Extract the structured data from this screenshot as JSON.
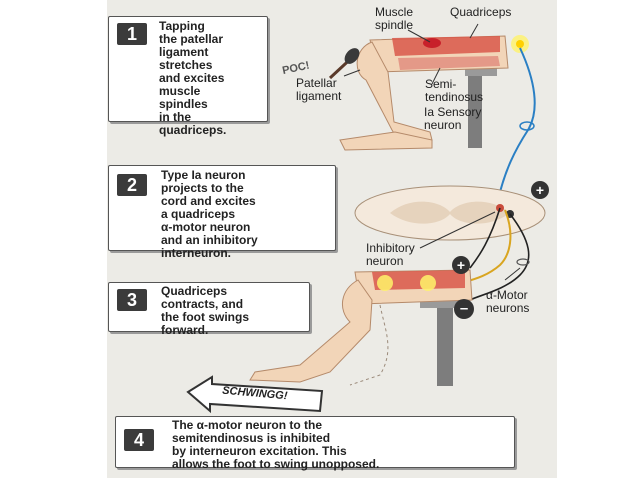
{
  "steps": [
    {
      "number": "1",
      "text": "Tapping\nthe patellar\nligament\nstretches\nand excites\nmuscle\nspindles\nin the\nquadriceps."
    },
    {
      "number": "2",
      "text": "Type Ia neuron\nprojects to the\ncord and excites\na quadriceps\nα-motor neuron\nand an inhibitory\ninterneuron."
    },
    {
      "number": "3",
      "text": "Quadriceps\ncontracts, and\nthe foot swings\nforward."
    },
    {
      "number": "4",
      "text": "The α-motor neuron to the\nsemitendinosus is inhibited\nby interneuron excitation. This\nallows the foot to swing unopposed."
    }
  ],
  "labels": {
    "muscle_spindle": "Muscle\nspindle",
    "quadriceps": "Quadriceps",
    "poc": "POC!",
    "patellar_ligament": "Patellar\nligament",
    "semitendinosus": "Semi-\ntendinosus",
    "sensory_neuron": "Ia Sensory\nneuron",
    "inhibitory_neuron": "Inhibitory\nneuron",
    "alpha_motor_neurons": "α-Motor\nneurons",
    "schwingg": "SCHWINGG!",
    "plus_1": "+",
    "plus_2": "+",
    "minus": "–"
  },
  "colors": {
    "panel_bg": "#ecebe6",
    "skin": "#f2d5b8",
    "muscle": "#d9584a",
    "sensory_neuron": "#2a7fc4",
    "motor_neuron": "#222222",
    "inhibitory_neuron": "#d9a520",
    "stand": "#8a8a8a"
  }
}
